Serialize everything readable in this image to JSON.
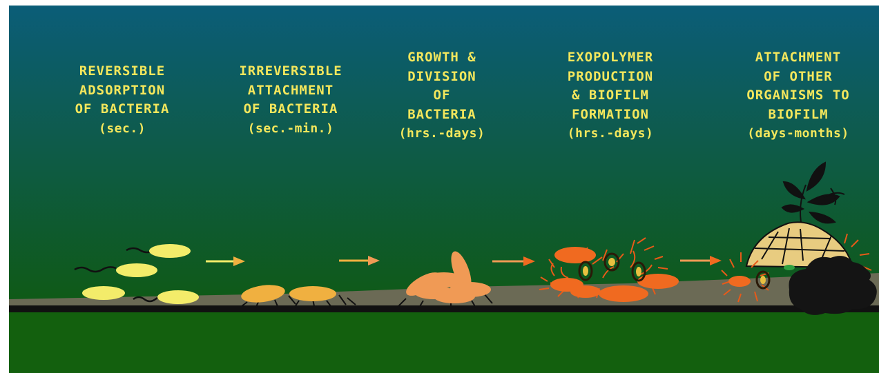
{
  "stages": [
    {
      "lines": [
        "REVERSIBLE",
        "ADSORPTION",
        "OF BACTERIA"
      ],
      "time": "(sec.)"
    },
    {
      "lines": [
        "IRREVERSIBLE",
        "ATTACHMENT",
        "OF BACTERIA"
      ],
      "time": "(sec.-min.)"
    },
    {
      "lines": [
        "GROWTH &",
        "DIVISION",
        "OF",
        "BACTERIA"
      ],
      "time": "(hrs.-days)"
    },
    {
      "lines": [
        "EXOPOLYMER",
        "PRODUCTION",
        "& BIOFILM",
        "FORMATION"
      ],
      "time": "(hrs.-days)"
    },
    {
      "lines": [
        "ATTACHMENT",
        "OF OTHER",
        "ORGANISMS TO",
        "BIOFILM"
      ],
      "time": "(days-months)"
    }
  ],
  "colors": {
    "background_top": "#0b5d78",
    "background_bottom": "#0f5a13",
    "lower_band": "#13600e",
    "substrate": "#6b6a55",
    "substrate_line": "#111111",
    "label_text": "#f4e75c",
    "arrow": "#e0a020",
    "bacteria_stage1": "#f3ec6a",
    "bacteria_stage2": "#f0b040",
    "bacteria_stage3": "#f09a55",
    "bacteria_stage4": "#f06a20",
    "exopolymer": "#e85a18",
    "barnacle": "#e8cc80",
    "dark_mass": "#141414"
  }
}
